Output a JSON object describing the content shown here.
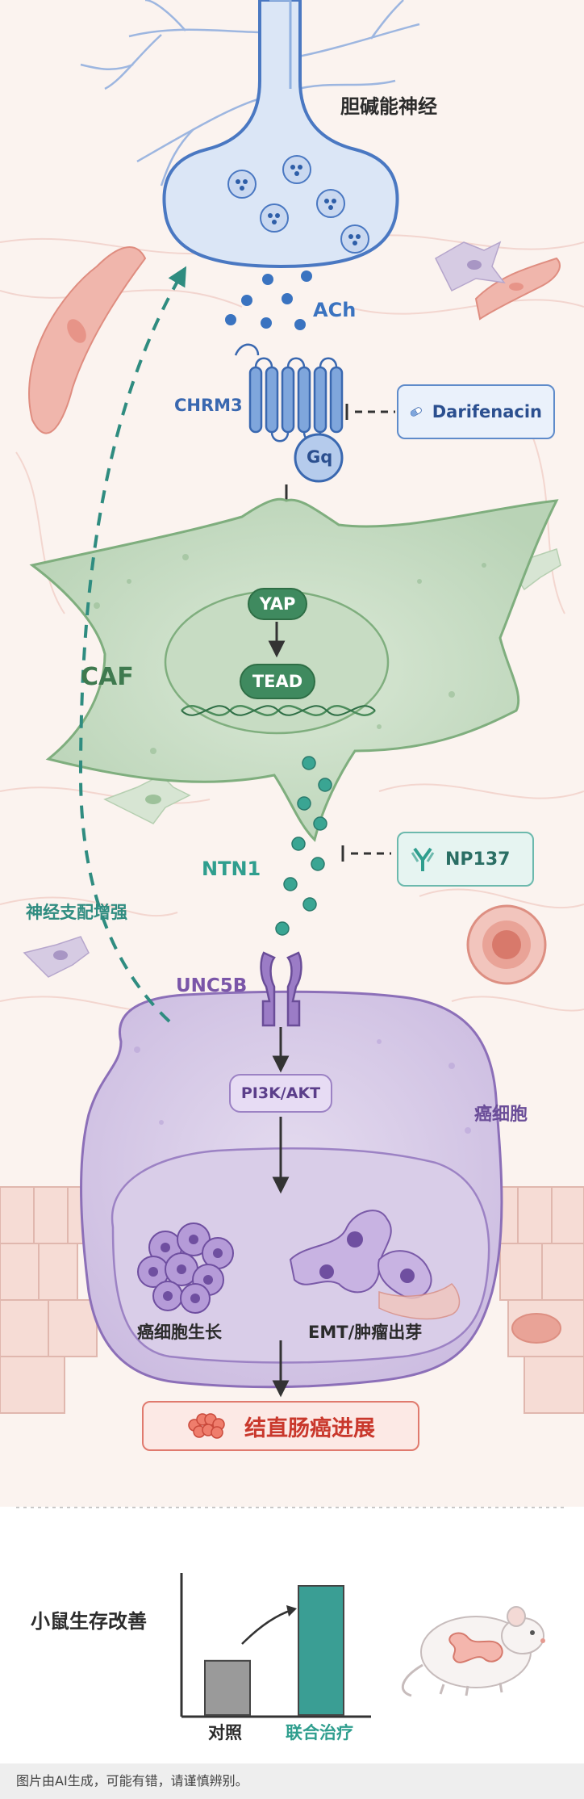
{
  "labels": {
    "nerve": "胆碱能神经",
    "ach": "ACh",
    "chrm3": "CHRM3",
    "gq": "Gq",
    "caf": "CAF",
    "yap": "YAP",
    "tead": "TEAD",
    "ntn1": "NTN1",
    "innervation": "神经支配增强",
    "unc5b": "UNC5B",
    "pi3k": "PI3K/AKT",
    "cancer_cell": "癌细胞",
    "growth": "癌细胞生长",
    "emt": "EMT/肿瘤出芽",
    "progression": "结直肠癌进展"
  },
  "drugs": {
    "darifenacin": "Darifenacin",
    "np137": "NP137"
  },
  "survival": {
    "title": "小鼠生存改善",
    "categories": [
      "对照",
      "联合治疗"
    ],
    "values": [
      0.42,
      1.0
    ],
    "colors": [
      "#9a9a9a",
      "#3a9e94"
    ]
  },
  "footer": "图片由AI生成，可能有错，请谨慎辨别。",
  "colors": {
    "nerve_blue": "#4a78c2",
    "caf_green": "#3f8a5f",
    "ntn1_teal": "#2f9e8e",
    "cancer_purple": "#7a55a8",
    "progression_red": "#d8483c"
  }
}
